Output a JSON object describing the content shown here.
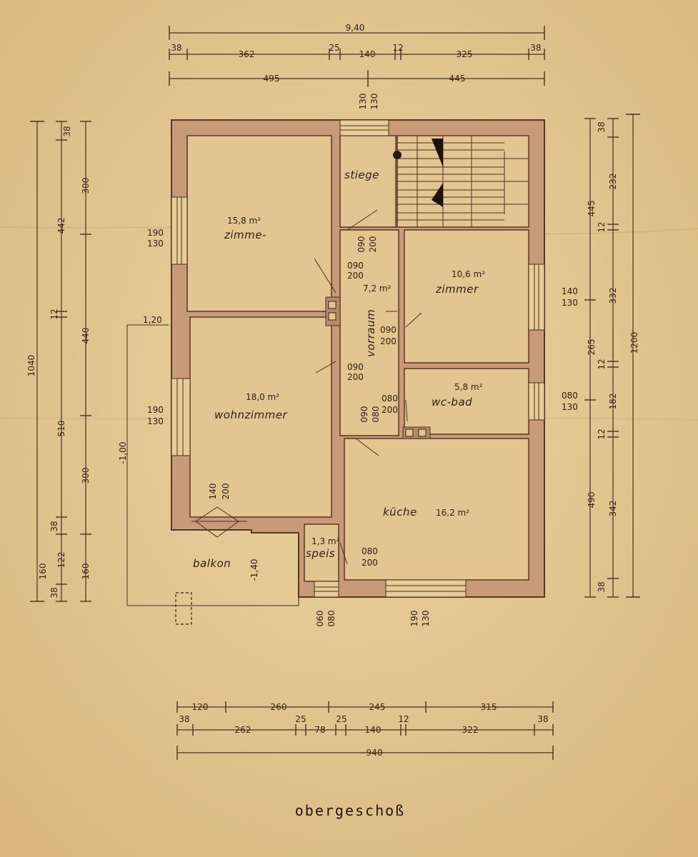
{
  "title": "obergeschoß",
  "rooms": {
    "zimmer_nw": {
      "label": "zimme-",
      "area": "15,8 m²"
    },
    "stiege": {
      "label": "stiege"
    },
    "vorraum": {
      "label": "vorraum",
      "area": "7,2 m²"
    },
    "zimmer_e": {
      "label": "zimmer",
      "area": "10,6 m²"
    },
    "wohnzimmer": {
      "label": "wohnzimmer",
      "area": "18,0 m²"
    },
    "wcbad": {
      "label": "wc-bad",
      "area": "5,8 m²"
    },
    "kueche": {
      "label": "küche",
      "area": "16,2 m²"
    },
    "speis": {
      "label": "speis",
      "area": "1,3 m²"
    },
    "balkon": {
      "label": "balkon"
    }
  },
  "dimensions": {
    "top_total": "9,40",
    "top_row1": [
      "38",
      "362",
      "25",
      "140",
      "12",
      "325",
      "38"
    ],
    "top_row2": [
      "495",
      "445"
    ],
    "bottom_row1": [
      "120",
      "260",
      "245",
      "315"
    ],
    "bottom_row2": [
      "38",
      "262",
      "25",
      "78",
      "25",
      "140",
      "12",
      "322",
      "38"
    ],
    "bottom_total": "940",
    "left_outer": "1040",
    "left_mid": [
      "38",
      "442",
      "12",
      "510",
      "38",
      "122",
      "38"
    ],
    "left_inner": [
      "300",
      "440",
      "300",
      "160",
      "160"
    ],
    "right_outer": "1200",
    "right_mid": [
      "445",
      "265",
      "490"
    ],
    "right_inner": [
      "38",
      "232",
      "12",
      "332",
      "12",
      "182",
      "12",
      "342",
      "38"
    ],
    "balkon_width": "1,20",
    "balkon_level_a": "-1,00",
    "balkon_level_b": "-1,40"
  },
  "openings": {
    "top_stair": [
      "130",
      "130"
    ],
    "w_zimmer": [
      "190",
      "130"
    ],
    "w_wohn": [
      "190",
      "130"
    ],
    "d_zimmer": [
      "090",
      "200"
    ],
    "d_vorraum_top": [
      "090",
      "200"
    ],
    "d_zimmer_e": [
      "090",
      "200"
    ],
    "d_wohn": [
      "090",
      "200"
    ],
    "d_wcbad": [
      "080",
      "200"
    ],
    "d_kueche": [
      "090",
      "080"
    ],
    "d_balkon": [
      "140",
      "200"
    ],
    "d_speis": [
      "080",
      "200"
    ],
    "w_zimmer_e": [
      "140",
      "130"
    ],
    "w_wcbad": [
      "080",
      "130"
    ],
    "w_bottom_left": [
      "060",
      "080"
    ],
    "w_bottom_kueche": [
      "190",
      "130"
    ]
  }
}
